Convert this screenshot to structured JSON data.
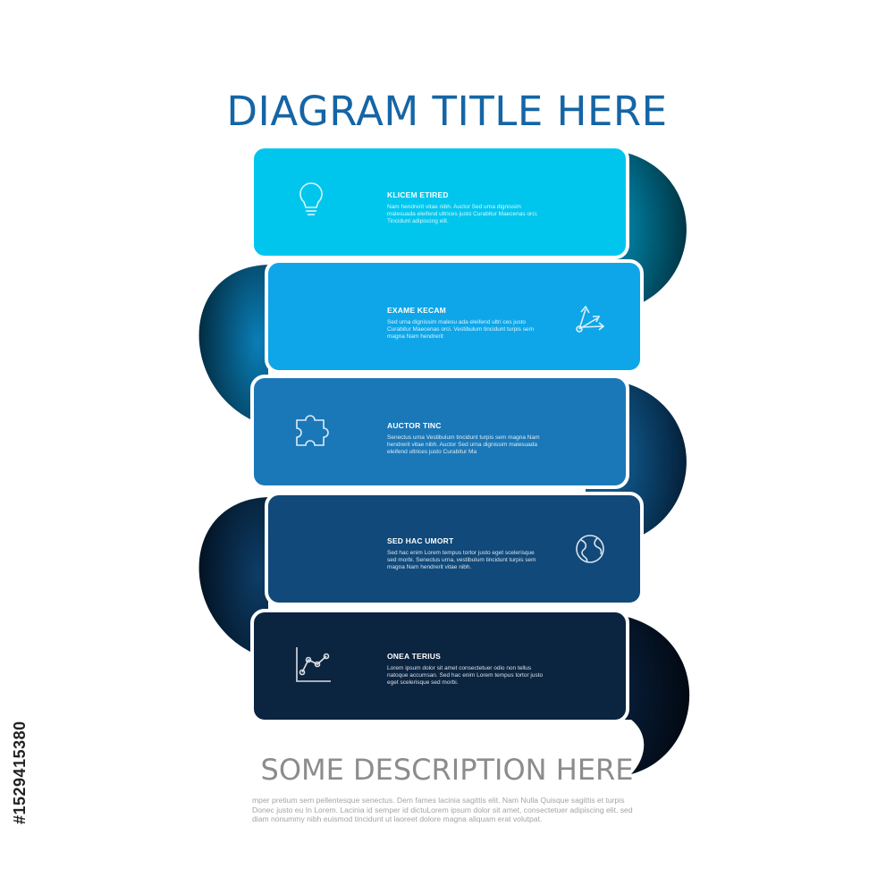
{
  "title": "DIAGRAM TITLE HERE",
  "steps": [
    {
      "heading": "KLICEM ETIRED",
      "body": "Nam hendrerit vitae nibh. Auctor Sed urna dignissim malesuada eleifend ultrices justo Curabitur Maecenas orci. Tincidunt adipiscing elit.",
      "icon": "lightbulb-icon",
      "color": "#00c6ee"
    },
    {
      "heading": "EXAME KECAM",
      "body": "Sed urna dignissim malesu ada eleifend ultri ces justo Curabitur Maecenas orci. Vestibulum tincidunt turpis sem magna Nam hendrerit",
      "icon": "arrows-icon",
      "color": "#0ea6e8"
    },
    {
      "heading": "AUCTOR TINC",
      "body": "Senectus urna Vestibulum tincidunt turpis sem magna Nam hendrerit vitae nibh. Auctor Sed urna dignissim malesuada eleifend ultrices justo Curabitur Ma",
      "icon": "puzzle-icon",
      "color": "#1a78b8"
    },
    {
      "heading": "SED HAC UMORT",
      "body": "Sed hac enim Lorem tempus tortor justo eget scelerisque sed morbi. Senectus urna, vestibulum tincidunt turpis sem magna Nam hendrerit vitae nibh.",
      "icon": "globe-icon",
      "color": "#10497a"
    },
    {
      "heading": "ONEA TERIUS",
      "body": "Lorem ipsum dolor sit amet consectetuer odio non tellus natoque accumsan. Sed hac enim Lorem tempus tortor justo eget scelerisque sed morbi.",
      "icon": "chart-icon",
      "color": "#0b2440"
    }
  ],
  "description": {
    "title": "SOME DESCRIPTION HERE",
    "body": "mper pretium sem pellentesque senectus. Dem fames lacinia sagittis elit. Nam Nulla Quisque sagittis et turpis Donec justo eu In Lorem. Lacinia id semper id dictuLorem ipsum dolor sit amet, consectetuer adipiscing elit, sed diam nonummy nibh euismod tincidunt ut laoreet dolore magna aliquam erat volutpat."
  },
  "stock_id": "#1529415380"
}
